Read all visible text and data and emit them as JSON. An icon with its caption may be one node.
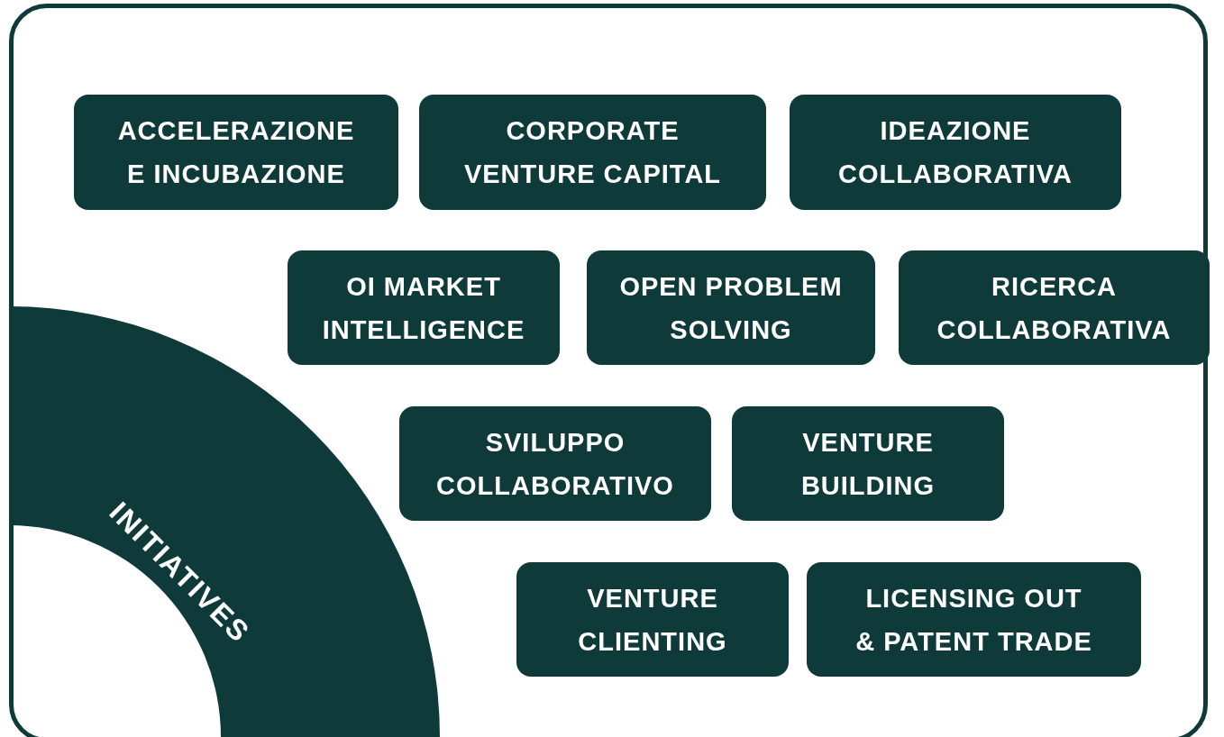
{
  "diagram": {
    "nodes": [
      {
        "text": [
          "ACCELERAZIONE E INCUBAZIONE"
        ]
      },
      {
        "text": [
          "CORPORATE VENTURE CAPITAL"
        ]
      },
      {
        "text": [
          "IDEAZIONE COLLABORATIVA"
        ]
      },
      {
        "text": [
          "OI MARKET INTELLIGENCE"
        ]
      },
      {
        "text": [
          "OPEN PROBLEM SOLVING"
        ]
      },
      {
        "text": [
          "RICERCA COLLABORATIVA"
        ]
      },
      {
        "text": [
          "SVILUPPO COLLABORATIVO"
        ]
      },
      {
        "text": [
          "VENTURE BUILDING"
        ]
      },
      {
        "text": [
          "VENTURE CLIENTING"
        ]
      },
      {
        "text": [
          "LICENSING OUT & PATENT TRADE"
        ]
      },
      {
        "text": [
          "INITIATIVES"
        ]
      }
    ],
    "edges": []
  }
}
